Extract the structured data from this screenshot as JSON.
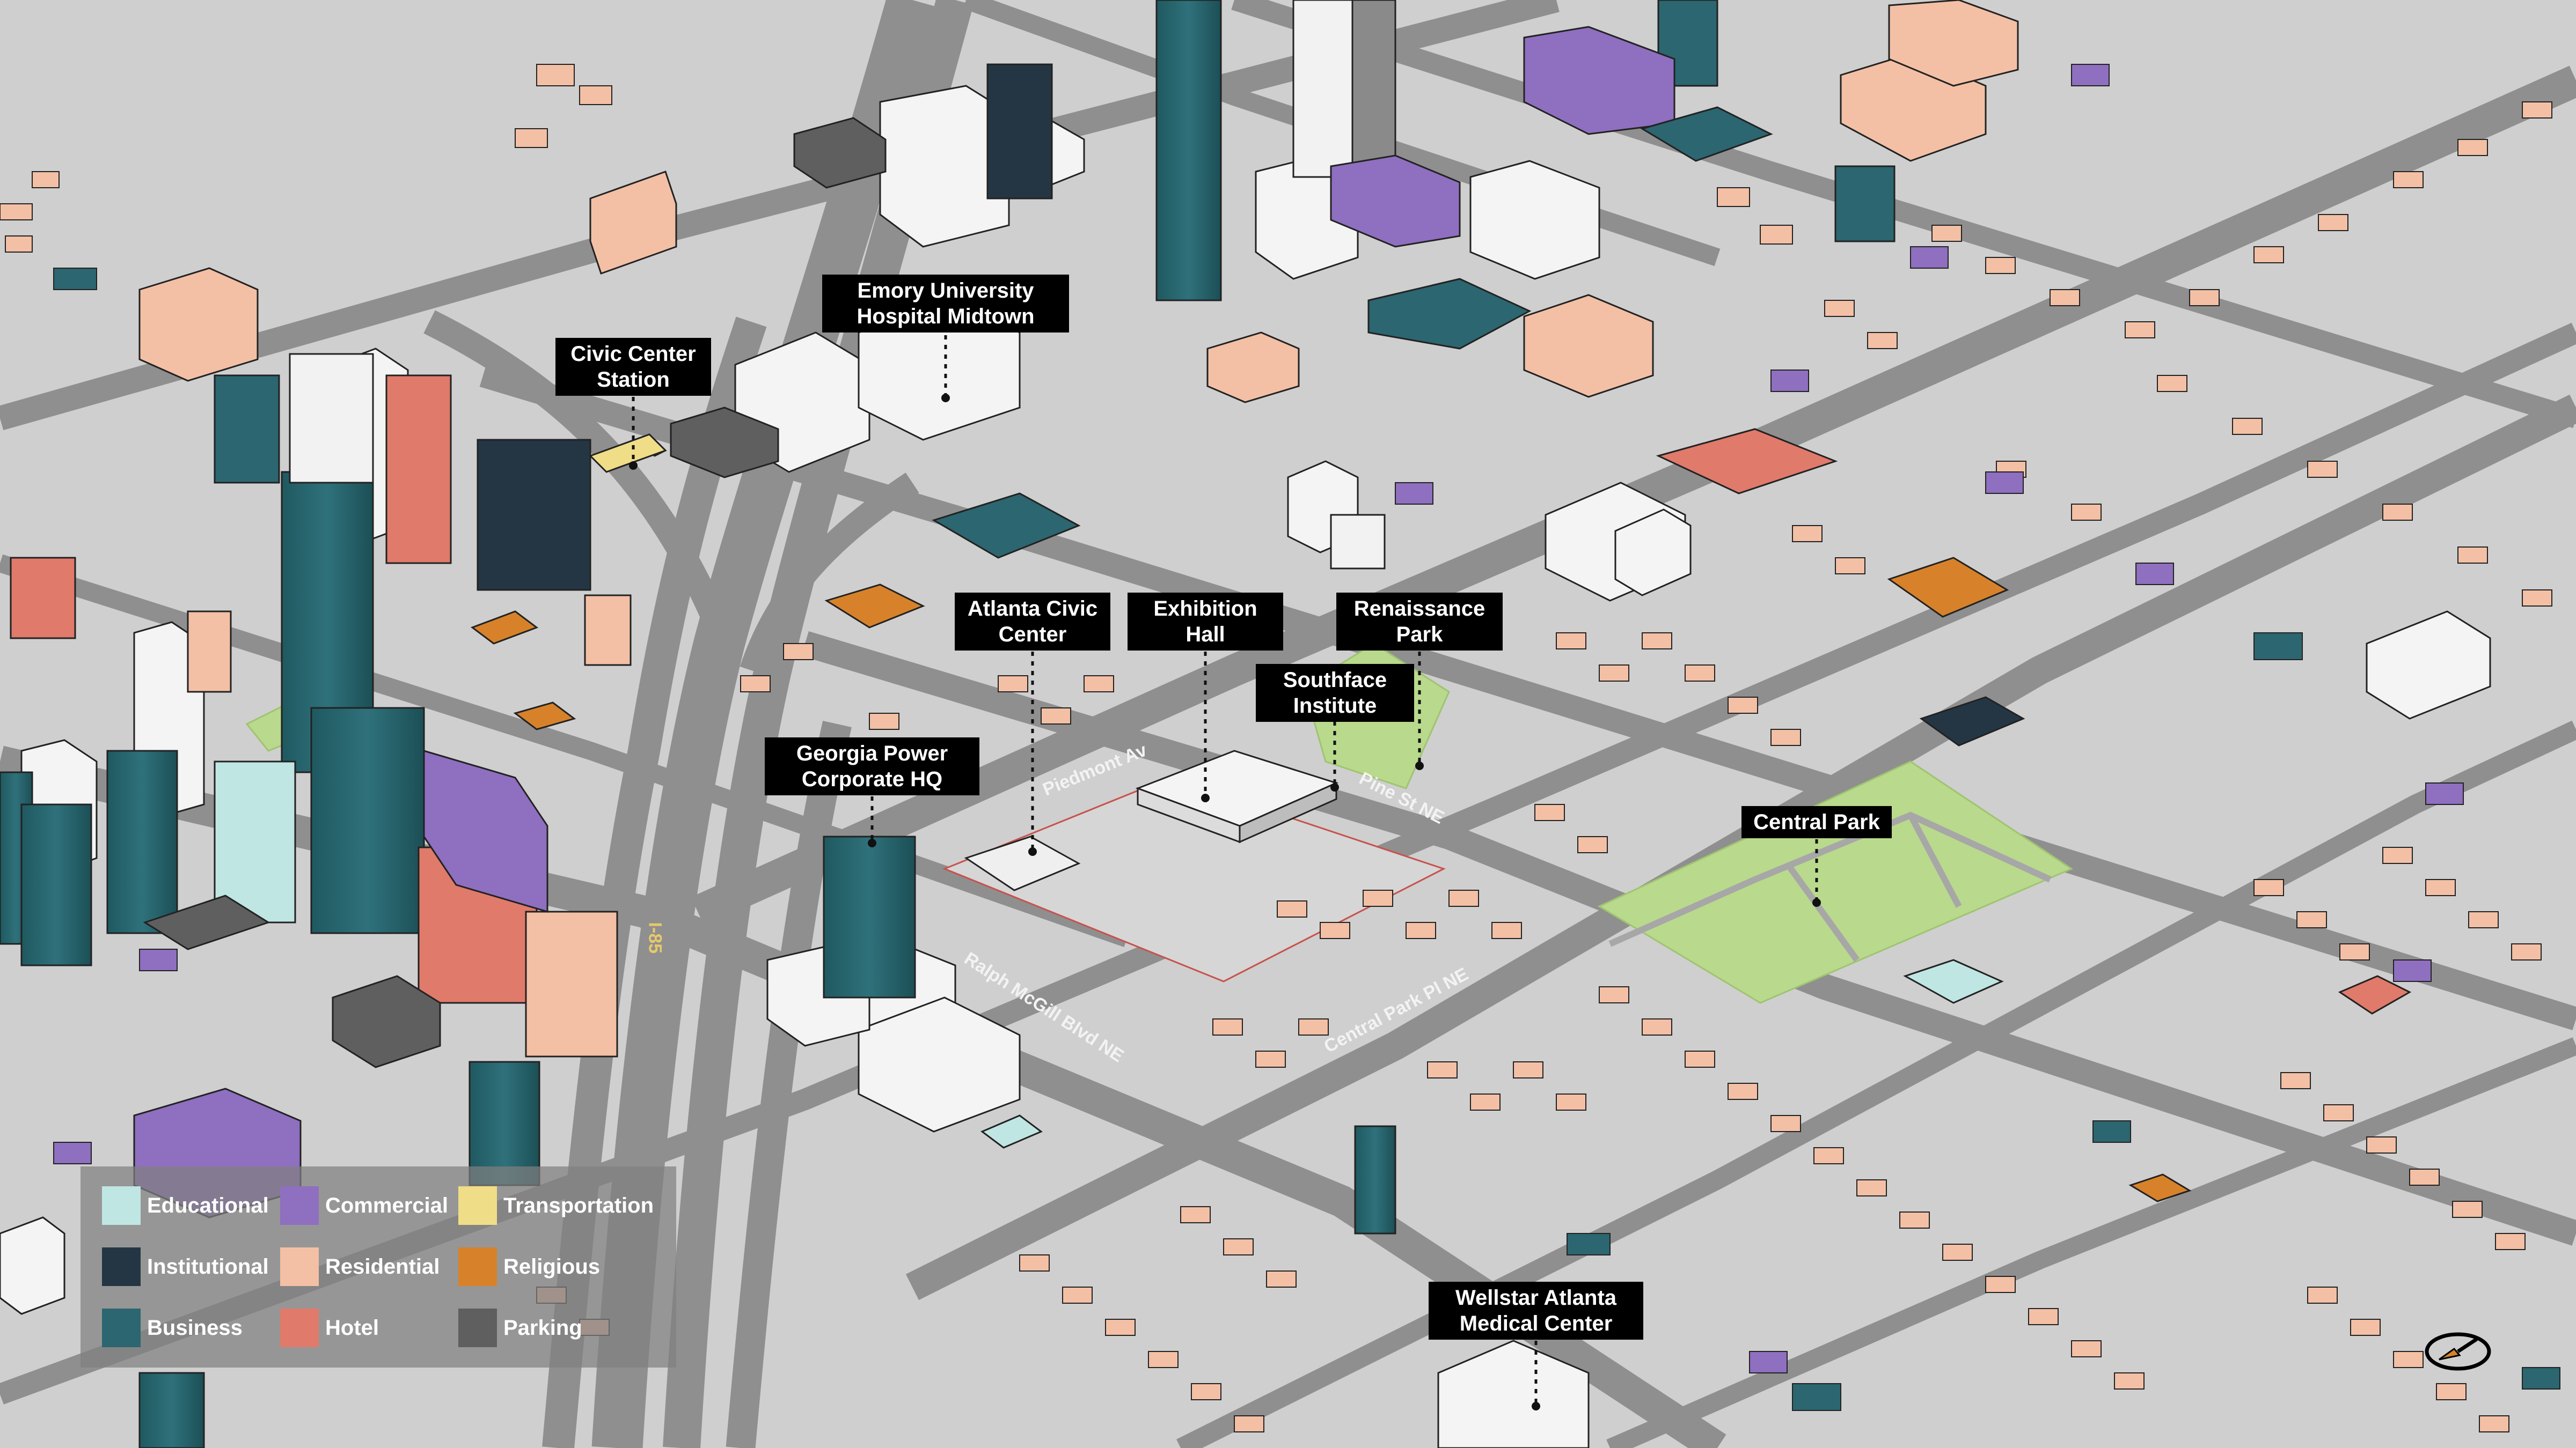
{
  "colors": {
    "ground": "#cfcfcf",
    "road": "#8f8f8f",
    "park": "#b9d98c",
    "educational": "#bfe6e3",
    "institutional": "#243644",
    "business": "#2c6670",
    "commercial": "#8f6fc0",
    "residential": "#f3c0a5",
    "hotel": "#e07a6b",
    "transportation": "#f0dd87",
    "religious": "#d7822a",
    "parking": "#5f5f5f",
    "unclassified": "#f4f4f4"
  },
  "places": [
    {
      "name": "Emory University\nHospital Midtown"
    },
    {
      "name": "Civic Center\nStation"
    },
    {
      "name": "Atlanta Civic\nCenter"
    },
    {
      "name": "Exhibition\nHall"
    },
    {
      "name": "Renaissance\nPark"
    },
    {
      "name": "Southface\nInstitute"
    },
    {
      "name": "Georgia Power\nCorporate HQ"
    },
    {
      "name": "Central Park"
    },
    {
      "name": "Wellstar Atlanta\nMedical Center"
    }
  ],
  "roads": [
    {
      "name": "Piedmont Av"
    },
    {
      "name": "Pine St NE"
    },
    {
      "name": "Central Park Pl NE"
    },
    {
      "name": "Ralph McGill Blvd NE"
    },
    {
      "name": "I-85"
    }
  ],
  "legend": [
    {
      "label": "Educational",
      "category": "educational"
    },
    {
      "label": "Commercial",
      "category": "commercial"
    },
    {
      "label": "Transportation",
      "category": "transportation"
    },
    {
      "label": "Institutional",
      "category": "institutional"
    },
    {
      "label": "Residential",
      "category": "residential"
    },
    {
      "label": "Religious",
      "category": "religious"
    },
    {
      "label": "Business",
      "category": "business"
    },
    {
      "label": "Hotel",
      "category": "hotel"
    },
    {
      "label": "Parking",
      "category": "parking"
    }
  ],
  "compass": {
    "icon": "north-arrow-icon"
  }
}
